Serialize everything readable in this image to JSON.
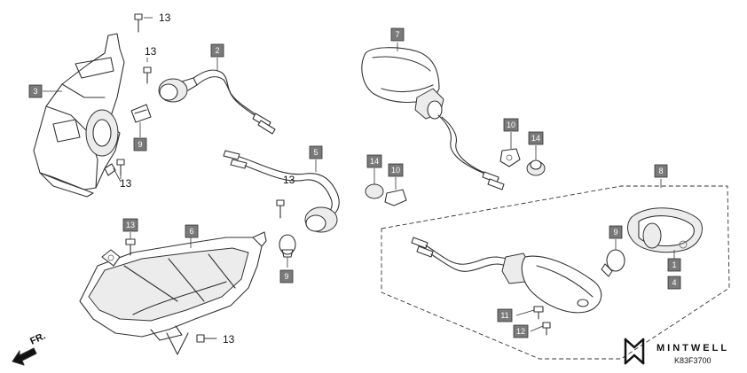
{
  "callouts": [
    {
      "id": "c3",
      "text": "3",
      "boxed": true
    },
    {
      "id": "c13a",
      "text": "13",
      "boxed": false
    },
    {
      "id": "c13b",
      "text": "13",
      "boxed": false
    },
    {
      "id": "c13c",
      "text": "13",
      "boxed": false
    },
    {
      "id": "c9a",
      "text": "9",
      "boxed": true
    },
    {
      "id": "c2",
      "text": "2",
      "boxed": true
    },
    {
      "id": "c5",
      "text": "5",
      "boxed": true
    },
    {
      "id": "c13d",
      "text": "13",
      "boxed": false
    },
    {
      "id": "c9b",
      "text": "9",
      "boxed": true
    },
    {
      "id": "c13box",
      "text": "13",
      "boxed": true
    },
    {
      "id": "c6",
      "text": "6",
      "boxed": true
    },
    {
      "id": "c13e",
      "text": "13",
      "boxed": false
    },
    {
      "id": "c7",
      "text": "7",
      "boxed": true
    },
    {
      "id": "c10a",
      "text": "10",
      "boxed": true
    },
    {
      "id": "c14a",
      "text": "14",
      "boxed": true
    },
    {
      "id": "c14b",
      "text": "14",
      "boxed": true
    },
    {
      "id": "c10b",
      "text": "10",
      "boxed": true
    },
    {
      "id": "c8",
      "text": "8",
      "boxed": true
    },
    {
      "id": "c9c",
      "text": "9",
      "boxed": true
    },
    {
      "id": "c1",
      "text": "1",
      "boxed": true
    },
    {
      "id": "c4",
      "text": "4",
      "boxed": true
    },
    {
      "id": "c11",
      "text": "11",
      "boxed": true
    },
    {
      "id": "c12",
      "text": "12",
      "boxed": true
    }
  ],
  "front_arrow": {
    "text": "FR."
  },
  "brand": {
    "name": "MINTWELL"
  },
  "diagram_code": "K83F3700",
  "colors": {
    "label_box": "#7a7a7a",
    "line": "#333333"
  }
}
